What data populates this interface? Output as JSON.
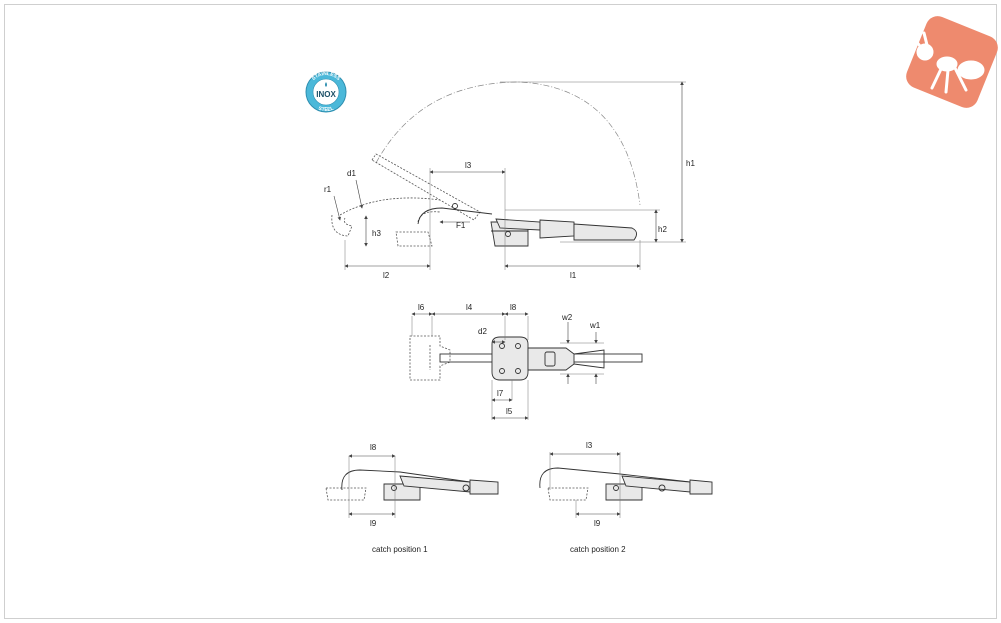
{
  "badge": {
    "top_text": "STAINLESS",
    "center_text": "INOX",
    "bottom_text": "STEEL",
    "color": "#4bb8d9"
  },
  "logo": {
    "color": "#ee8a6e"
  },
  "diagram": {
    "side_view": {
      "l3": "l3",
      "h1": "h1",
      "h2": "h2",
      "h3": "h3",
      "d1": "d1",
      "r1": "r1",
      "F1": "F1",
      "l2": "l2",
      "l1": "l1"
    },
    "top_view": {
      "l6": "l6",
      "l4": "l4",
      "l8": "l8",
      "d2": "d2",
      "w2": "w2",
      "w1": "w1",
      "l7": "l7",
      "l5": "l5"
    },
    "catch1": {
      "l8": "l8",
      "l9": "l9",
      "caption": "catch position 1"
    },
    "catch2": {
      "l3": "l3",
      "l9": "l9",
      "caption": "catch position 2"
    }
  }
}
